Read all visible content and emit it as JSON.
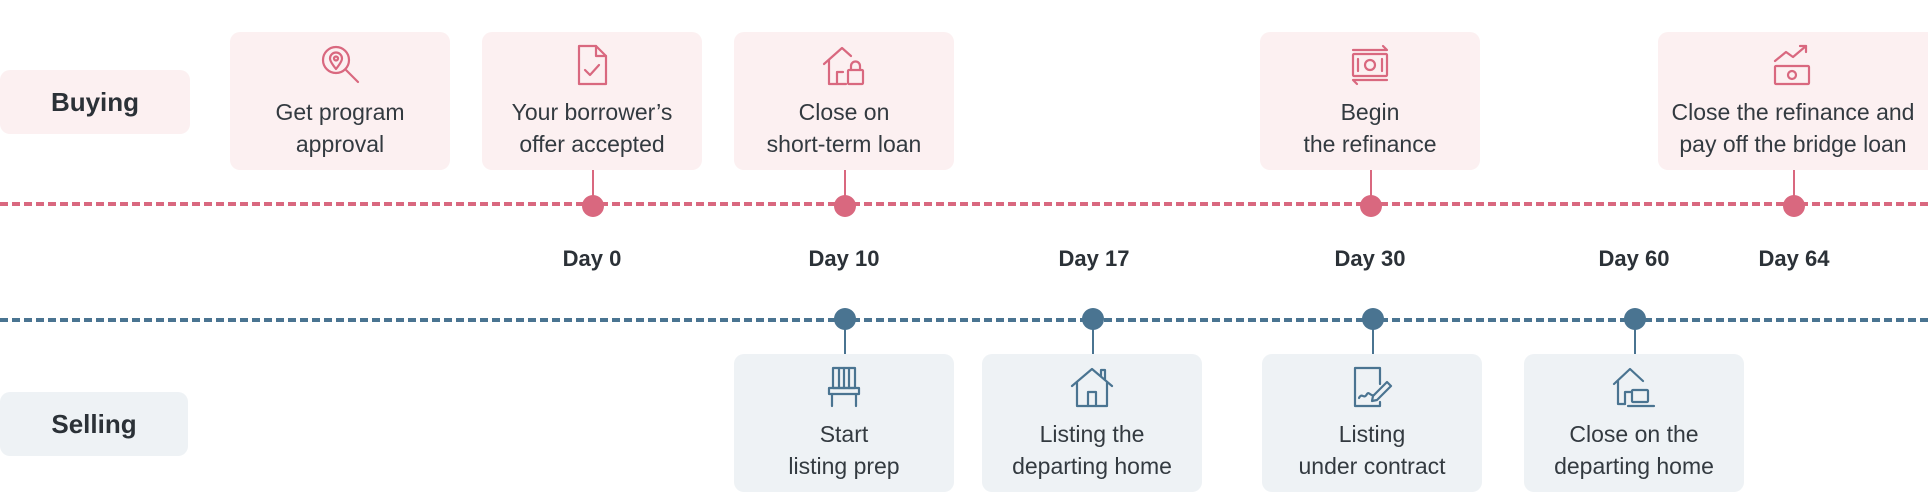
{
  "rows": {
    "buying": "Buying",
    "selling": "Selling"
  },
  "days": [
    "Day 0",
    "Day 10",
    "Day 17",
    "Day 30",
    "Day 60",
    "Day 64"
  ],
  "buying_steps": [
    {
      "line1": "Get program",
      "line2": "approval",
      "icon": "search-location-icon"
    },
    {
      "line1": "Your borrower’s",
      "line2": "offer accepted",
      "icon": "document-check-icon"
    },
    {
      "line1": "Close on",
      "line2": "short-term loan",
      "icon": "house-lock-icon"
    },
    {
      "line1": "Begin",
      "line2": "the refinance",
      "icon": "money-exchange-icon"
    },
    {
      "line1": "Close the refinance and",
      "line2": "pay off the bridge loan",
      "icon": "money-growth-icon"
    }
  ],
  "selling_steps": [
    {
      "line1": "Start",
      "line2": "listing prep",
      "icon": "chair-icon"
    },
    {
      "line1": "Listing the",
      "line2": "departing home",
      "icon": "house-icon"
    },
    {
      "line1": "Listing",
      "line2": "under contract",
      "icon": "contract-sign-icon"
    },
    {
      "line1": "Close on the",
      "line2": "departing home",
      "icon": "house-laptop-icon"
    }
  ],
  "colors": {
    "buying": "#d9687f",
    "selling": "#4a7491",
    "buying_bg": "#fcf0f1",
    "selling_bg": "#eef2f5"
  }
}
